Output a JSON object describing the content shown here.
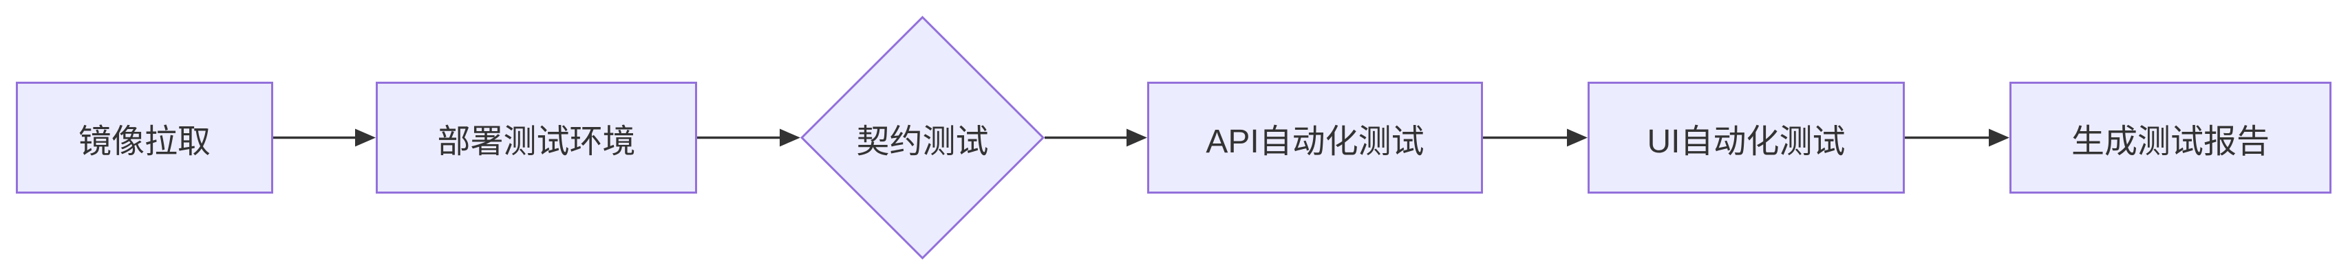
{
  "diagram": {
    "type": "flowchart-left-to-right",
    "colors": {
      "background": "#FFFFFF",
      "node_fill": "#ECECFF",
      "node_border": "#9370DB",
      "text": "#333333",
      "arrow": "#333333"
    },
    "nodes": [
      {
        "id": "image-pull",
        "label": "镜像拉取",
        "shape": "rect"
      },
      {
        "id": "deploy-test-env",
        "label": "部署测试环境",
        "shape": "rect"
      },
      {
        "id": "contract-test",
        "label": "契约测试",
        "shape": "diamond"
      },
      {
        "id": "api-auto-test",
        "label": "API自动化测试",
        "shape": "rect"
      },
      {
        "id": "ui-auto-test",
        "label": "UI自动化测试",
        "shape": "rect"
      },
      {
        "id": "gen-test-report",
        "label": "生成测试报告",
        "shape": "rect"
      }
    ],
    "edges": [
      {
        "from": "image-pull",
        "to": "deploy-test-env",
        "label": ""
      },
      {
        "from": "deploy-test-env",
        "to": "contract-test",
        "label": ""
      },
      {
        "from": "contract-test",
        "to": "api-auto-test",
        "label": ""
      },
      {
        "from": "api-auto-test",
        "to": "ui-auto-test",
        "label": ""
      },
      {
        "from": "ui-auto-test",
        "to": "gen-test-report",
        "label": ""
      }
    ]
  }
}
